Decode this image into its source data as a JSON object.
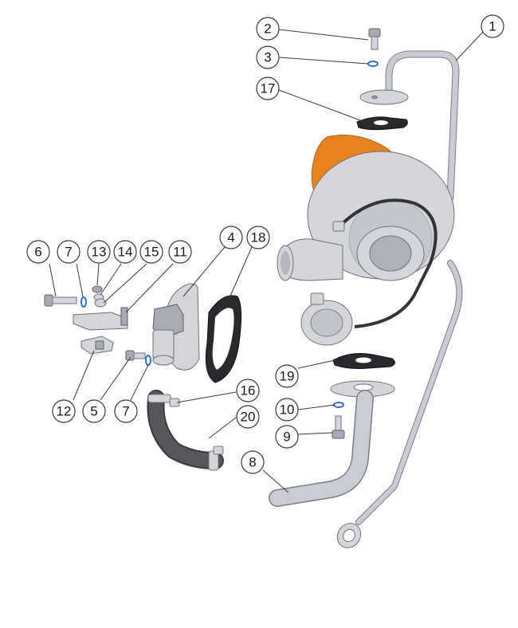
{
  "callouts": [
    "1",
    "2",
    "3",
    "4",
    "5",
    "6",
    "7",
    "7",
    "8",
    "9",
    "10",
    "11",
    "12",
    "13",
    "14",
    "15",
    "16",
    "17",
    "18",
    "19",
    "20"
  ],
  "colors": {
    "housing_orange": "#e8821e",
    "metal_grey": "#d4d6dc",
    "gasket_black": "#2a2a2e",
    "washer_blue": "#2f6fd6"
  }
}
